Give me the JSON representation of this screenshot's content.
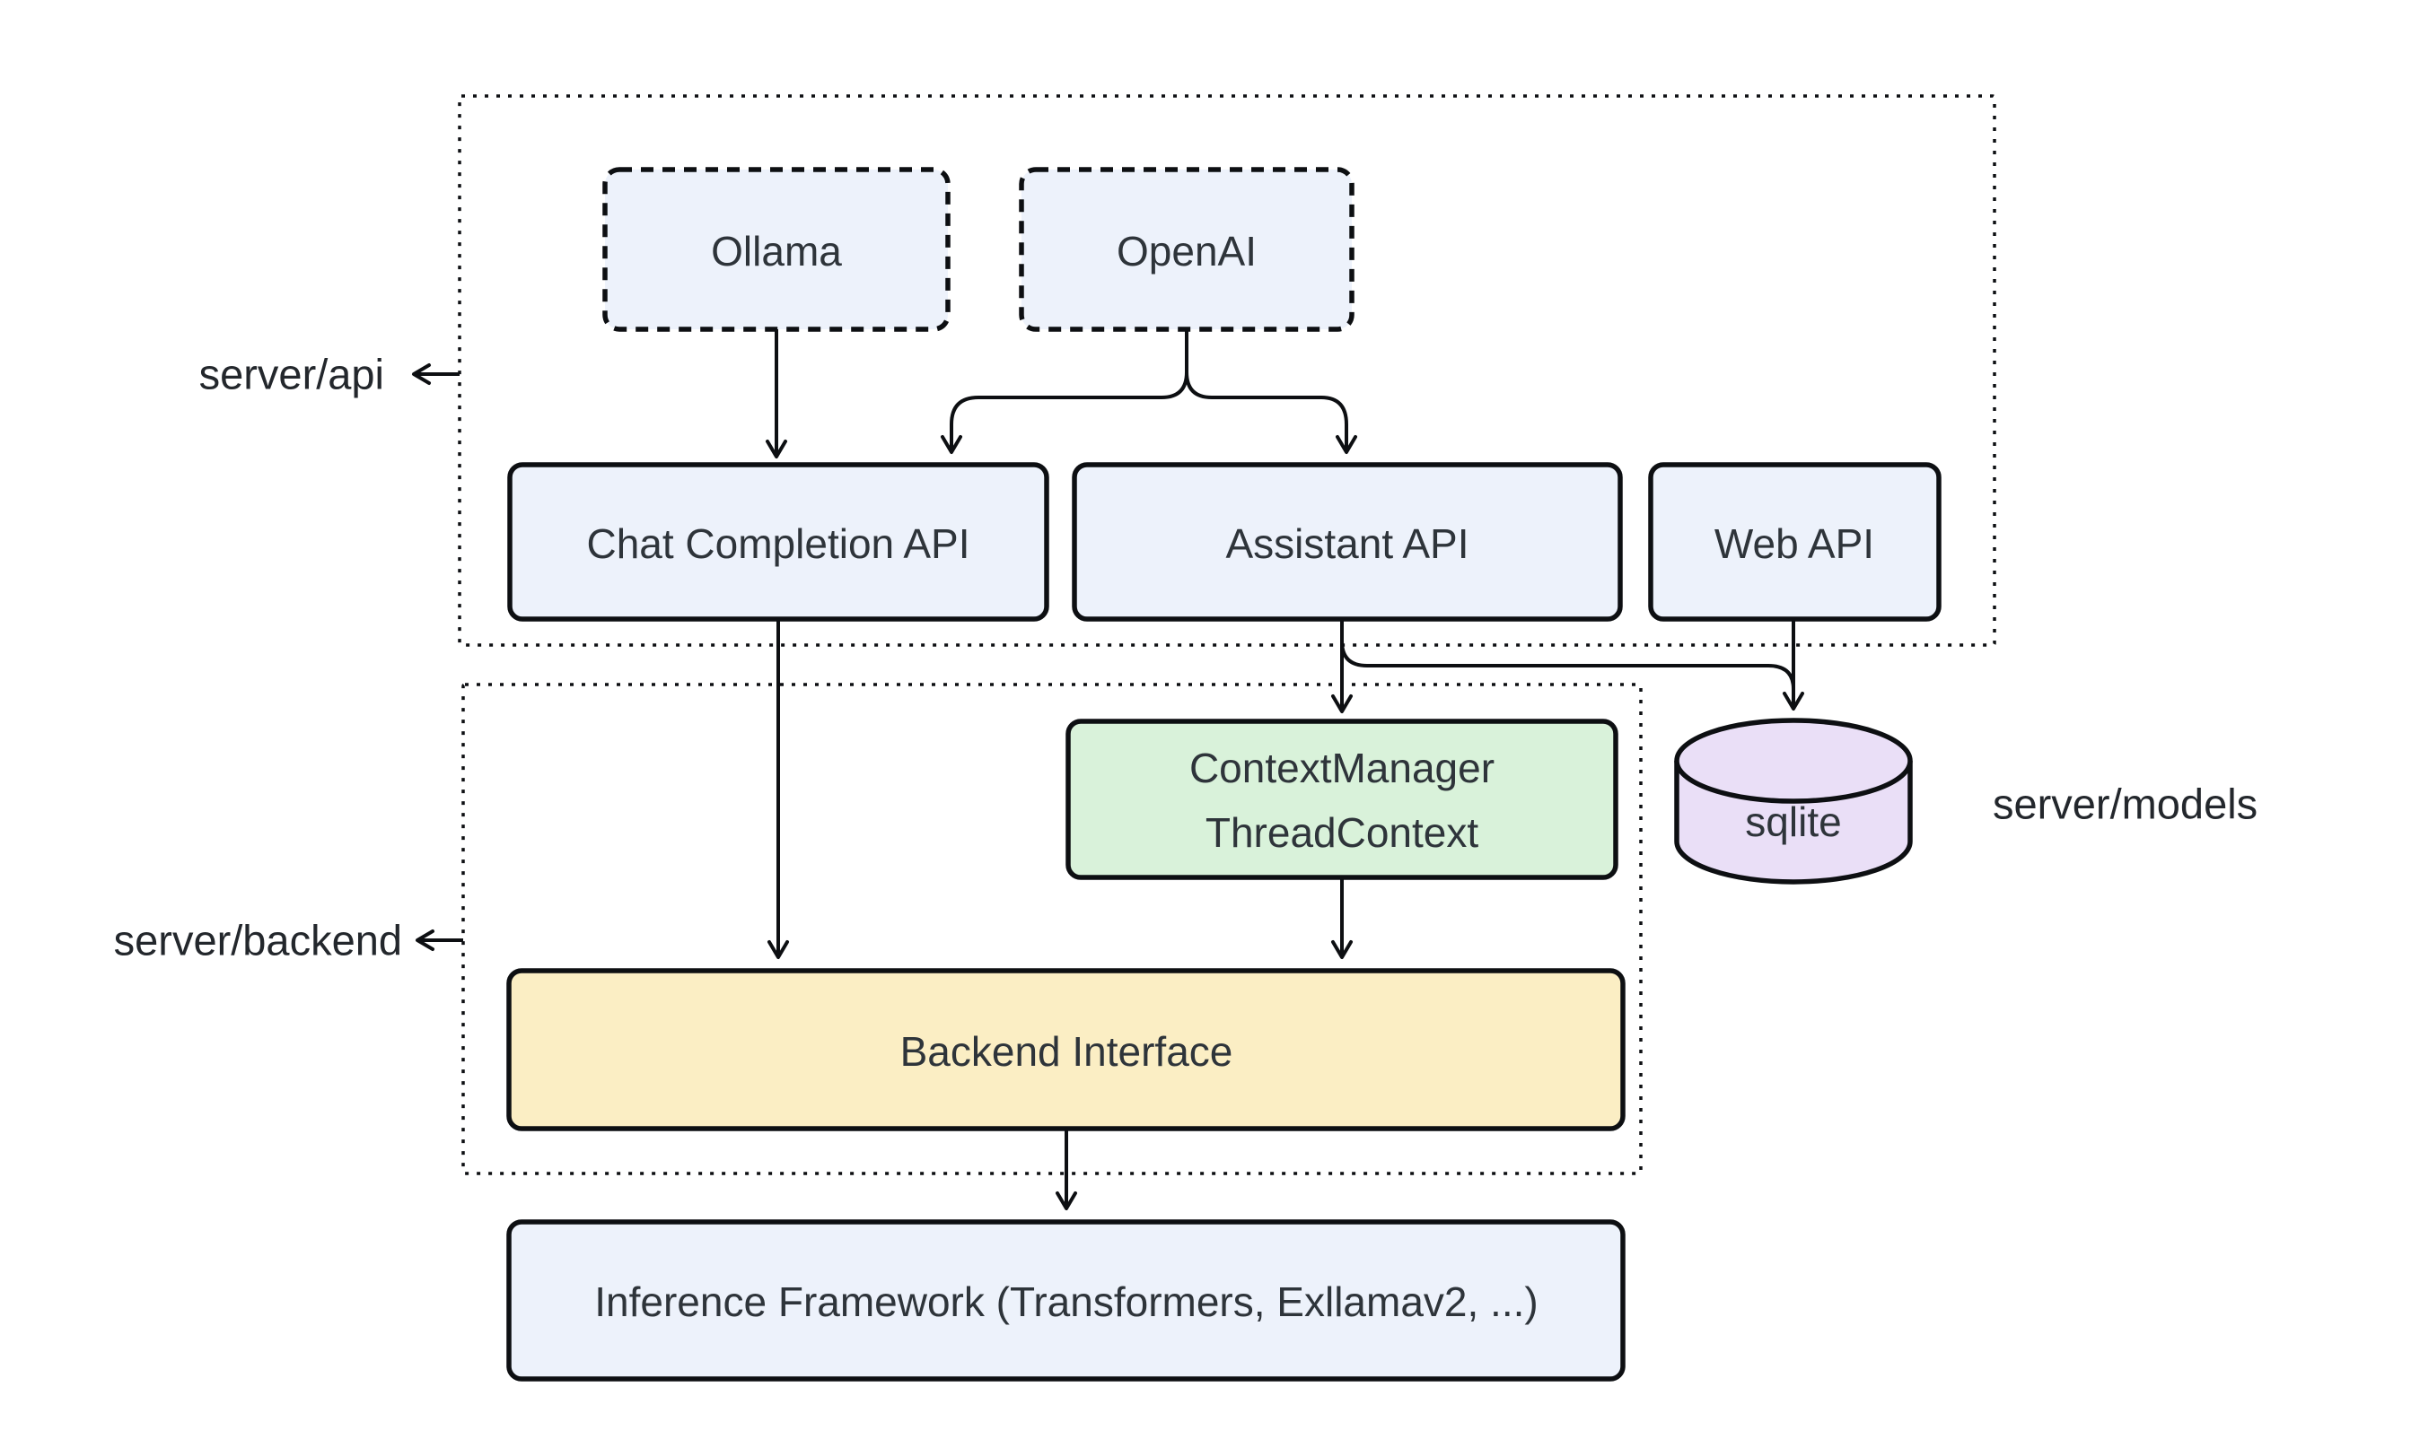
{
  "diagram": {
    "labels": {
      "api": "server/api",
      "backend": "server/backend",
      "models": "server/models"
    },
    "nodes": {
      "ollama": {
        "label": "Ollama"
      },
      "openai": {
        "label": "OpenAI"
      },
      "chat_completion": {
        "label": "Chat Completion API"
      },
      "assistant": {
        "label": "Assistant API"
      },
      "web": {
        "label": "Web API"
      },
      "context_manager": {
        "line1": "ContextManager",
        "line2": "ThreadContext"
      },
      "sqlite": {
        "label": "sqlite"
      },
      "backend_interface": {
        "label": "Backend Interface"
      },
      "inference": {
        "label": "Inference Framework (Transformers, Exllamav2, ...)"
      }
    },
    "edges": [
      {
        "from": "Ollama",
        "to": "Chat Completion API"
      },
      {
        "from": "OpenAI",
        "to": "Chat Completion API"
      },
      {
        "from": "OpenAI",
        "to": "Assistant API"
      },
      {
        "from": "Chat Completion API",
        "to": "Backend Interface"
      },
      {
        "from": "Assistant API",
        "to": "ContextManager ThreadContext"
      },
      {
        "from": "Assistant API",
        "to": "sqlite"
      },
      {
        "from": "Web API",
        "to": "sqlite"
      },
      {
        "from": "ContextManager ThreadContext",
        "to": "Backend Interface"
      },
      {
        "from": "Backend Interface",
        "to": "Inference Framework (Transformers, Exllamav2, ...)"
      }
    ],
    "colors": {
      "background": "#FFFFFF",
      "node_fill_blue": "#EDF2FB",
      "node_fill_green": "#D9F2DA",
      "node_fill_yellow": "#FBEEC4",
      "node_fill_purple": "#EADFF7",
      "stroke": "#0D0F12",
      "text": "#2E343A"
    }
  }
}
